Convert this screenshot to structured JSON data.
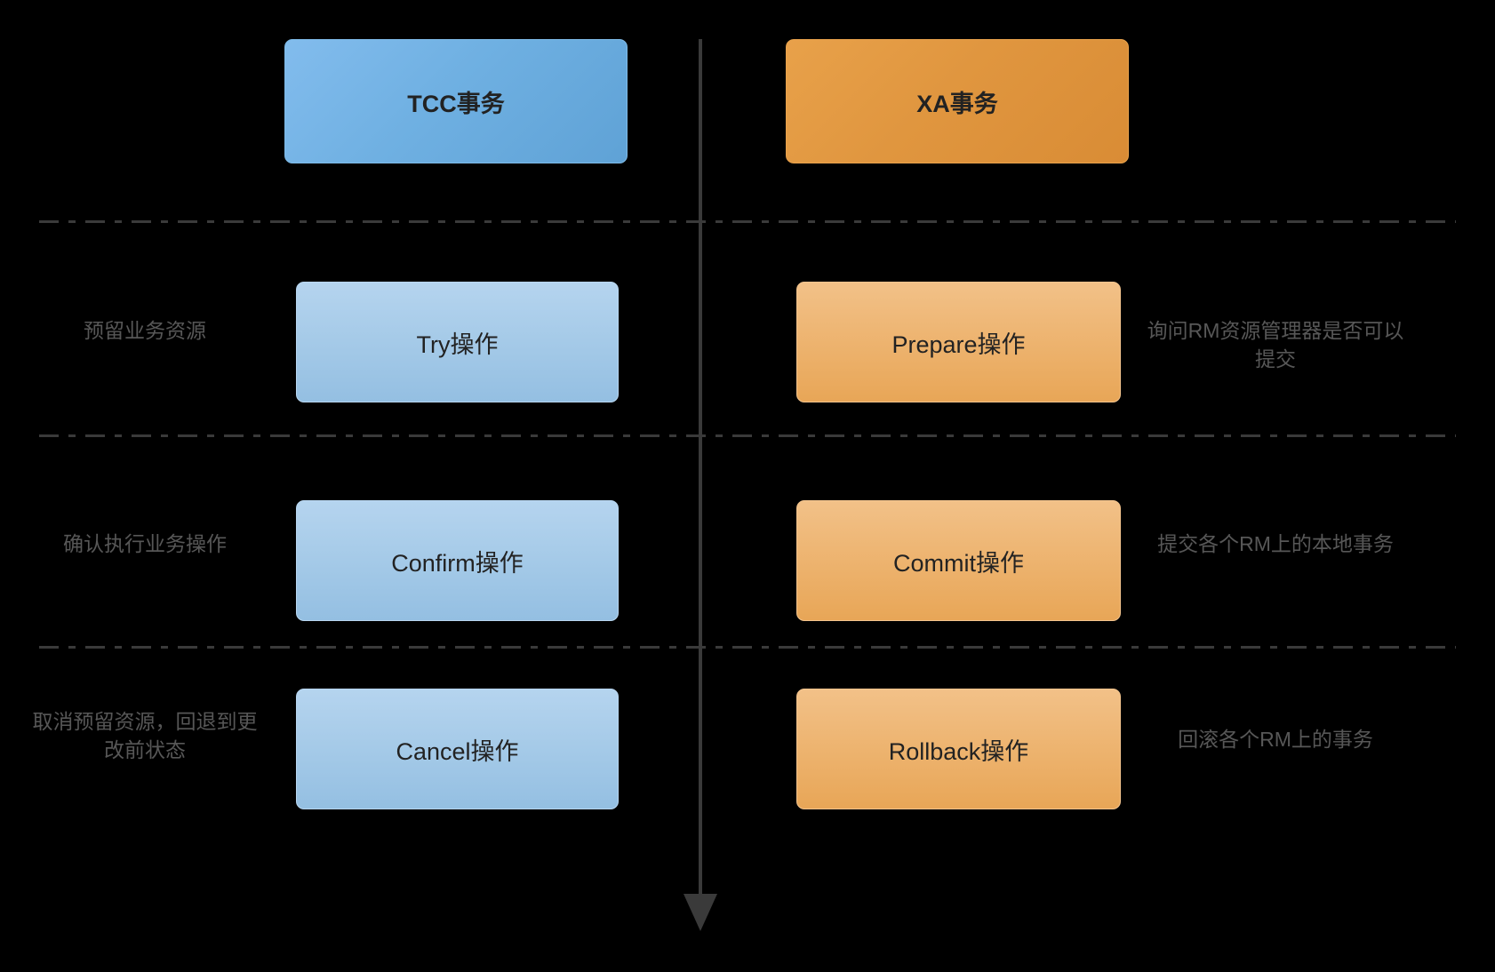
{
  "diagram": {
    "title_left": "TCC事务",
    "title_right": "XA事务",
    "colors": {
      "background": "#000000",
      "blue_header": "#6fb0e2",
      "orange_header": "#e0963f",
      "blue_box": "#a8cce9",
      "orange_box": "#eeb674",
      "separator": "#3a3a3a",
      "caption_text": "#575757",
      "box_text": "#222222"
    },
    "columns": {
      "left": {
        "header": "TCC事务",
        "steps": [
          {
            "box": "Try操作",
            "caption": "预留业务资源"
          },
          {
            "box": "Confirm操作",
            "caption": "确认执行业务操作"
          },
          {
            "box": "Cancel操作",
            "caption": "取消预留资源，回退到更改前状态"
          }
        ]
      },
      "right": {
        "header": "XA事务",
        "steps": [
          {
            "box": "Prepare操作",
            "caption": "询问RM资源管理器是否可以提交"
          },
          {
            "box": "Commit操作",
            "caption": "提交各个RM上的本地事务"
          },
          {
            "box": "Rollback操作",
            "caption": "回滚各个RM上的事务"
          }
        ]
      }
    },
    "flow_arrow": {
      "direction": "down",
      "icon": "arrow-down-icon"
    },
    "separators": 3
  }
}
